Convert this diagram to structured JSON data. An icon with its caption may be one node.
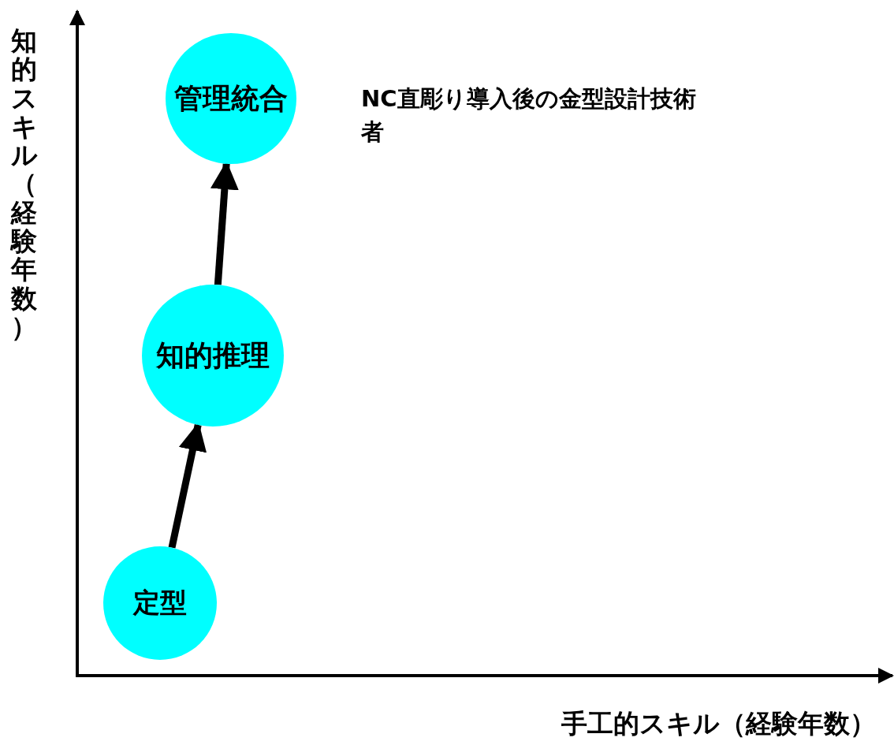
{
  "diagram": {
    "nodes": [
      {
        "text": [
          "定型"
        ]
      },
      {
        "text": [
          "知的推理"
        ]
      },
      {
        "text": [
          "管理統合"
        ]
      }
    ],
    "edges": [
      {
        "from": 0,
        "to": 1,
        "arrow": "to"
      },
      {
        "from": 1,
        "to": 2,
        "arrow": "to"
      }
    ],
    "labels": [
      "知的スキル（経験年数）",
      "NC直彫り導入後の金型設計技術者",
      "手工的スキル（経験年数）"
    ]
  }
}
